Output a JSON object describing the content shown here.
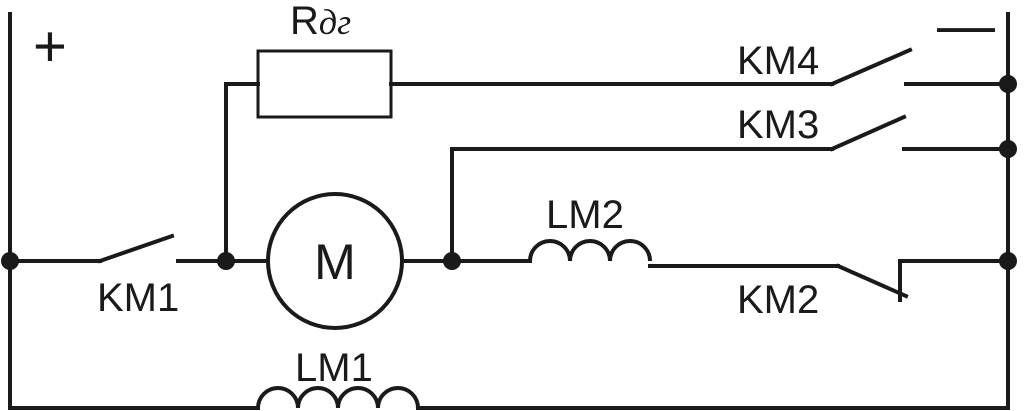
{
  "diagram": {
    "polarity": {
      "positive": "+",
      "negative": "—"
    },
    "resistor": {
      "label_main": "R",
      "label_sub": "дг"
    },
    "motor": {
      "label": "M"
    },
    "contacts": {
      "km1": "KM1",
      "km2": "KM2",
      "km3": "KM3",
      "km4": "KM4"
    },
    "coils": {
      "lm1": "LM1",
      "lm2": "LM2"
    },
    "colors": {
      "line": "#1a1a1a",
      "background": "#ffffff"
    }
  }
}
